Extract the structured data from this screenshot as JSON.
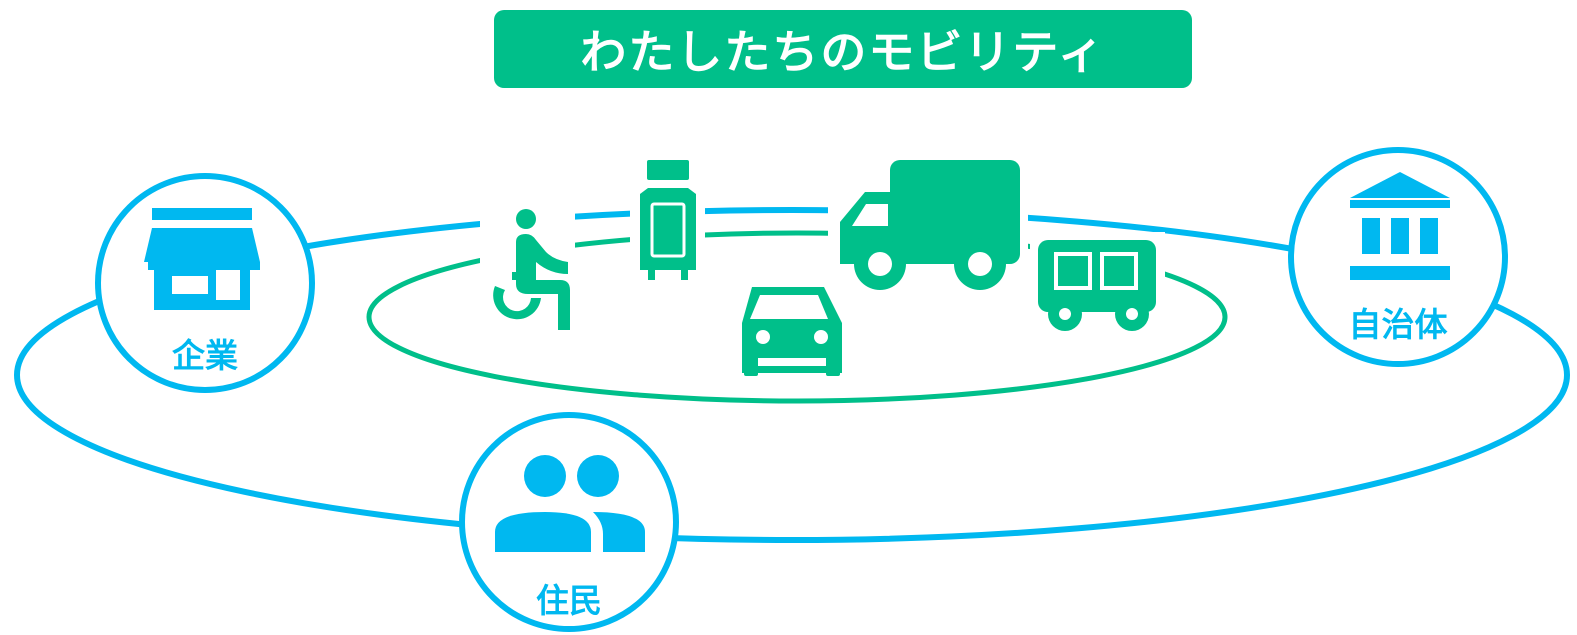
{
  "title": "わたしたちのモビリティ",
  "colors": {
    "green": "#00BF8A",
    "blue": "#00B8F0"
  },
  "stakeholders": [
    {
      "label": "企業",
      "icon": "storefront-icon"
    },
    {
      "label": "自治体",
      "icon": "government-building-icon"
    },
    {
      "label": "住民",
      "icon": "residents-icon"
    }
  ],
  "mobility_icons": [
    "wheelchair-icon",
    "cart-kickboard-icon",
    "car-icon",
    "truck-icon",
    "bus-icon"
  ]
}
